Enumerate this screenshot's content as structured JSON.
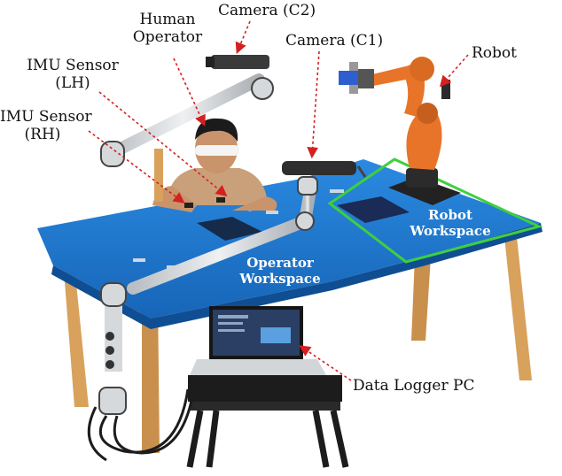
{
  "labels": {
    "human_operator": [
      "Human",
      "Operator"
    ],
    "camera_c2": "Camera (C2)",
    "camera_c1": "Camera (C1)",
    "robot": "Robot",
    "imu_lh": [
      "IMU Sensor",
      "(LH)"
    ],
    "imu_rh": [
      "IMU Sensor",
      "(RH)"
    ],
    "robot_workspace": [
      "Robot",
      "Workspace"
    ],
    "operator_workspace": [
      "Operator",
      "Workspace"
    ],
    "data_logger_pc": "Data Logger PC"
  },
  "colors": {
    "table_top": "#1f7fd6",
    "table_legs": "#d8a15c",
    "robot_body": "#e8742a",
    "robot_workspace_border": "#3fcf3f",
    "arrow": "#d42020",
    "camera_arm": "#cfd3d6"
  }
}
